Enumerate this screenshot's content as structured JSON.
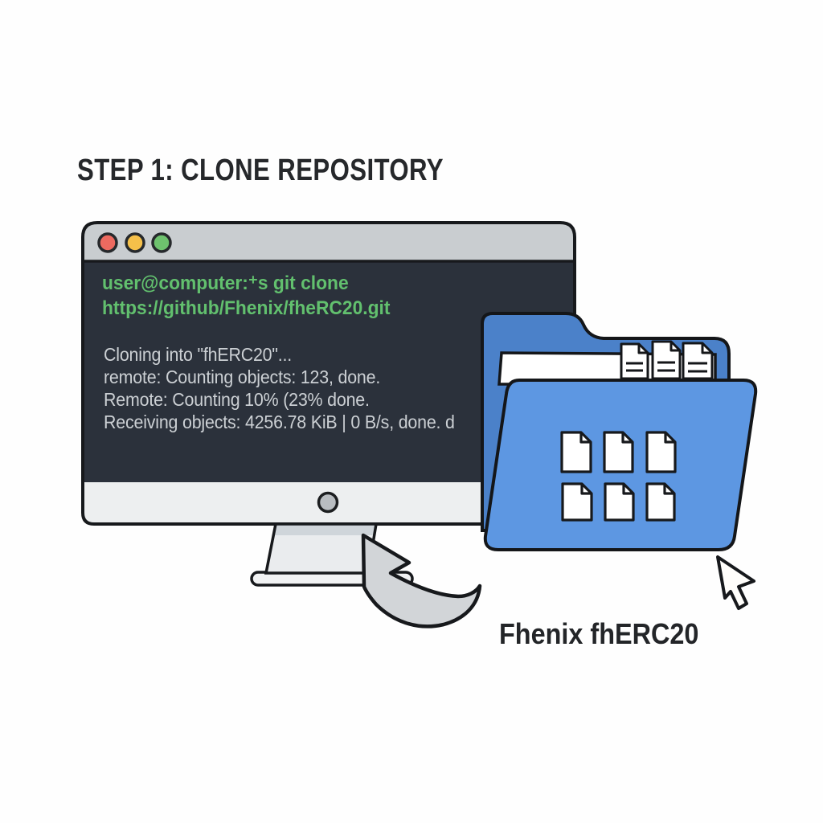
{
  "title": "STEP 1: CLONE REPOSITORY",
  "terminal": {
    "window_controls": [
      "close",
      "minimize",
      "maximize"
    ],
    "prompt_lines": [
      "user@computer:⁺s git clone",
      "https://github/Fhenix/fheRC20.git"
    ],
    "output_lines": [
      "Cloning into \"fhERC20\"...",
      "remote: Counting objects: 123, done.",
      "Remote: Counting 10% (23% done.",
      "Receiving objects:  4256.78 KiB | 0 B/s, done. d"
    ]
  },
  "folder": {
    "label": "Fhenix fhERC20",
    "front_file_count": 6,
    "peeking_file_count": 3
  },
  "colors": {
    "terminal_bg": "#2b313b",
    "titlebar_gray": "#c9cdd0",
    "traffic_red": "#ed6a60",
    "traffic_yellow": "#f5c04a",
    "traffic_green": "#6ec26e",
    "prompt_green": "#62c06e",
    "output_gray": "#ccd0d4",
    "monitor_chin": "#edeff0",
    "stand_gray": "#eaecee",
    "stand_band": "#cfd5da",
    "folder_back_blue": "#4b81c9",
    "folder_front_blue": "#5d97e2",
    "arrow_gray": "#d2d5d8",
    "outline_black": "#17191c",
    "paper_white": "#ffffff"
  }
}
